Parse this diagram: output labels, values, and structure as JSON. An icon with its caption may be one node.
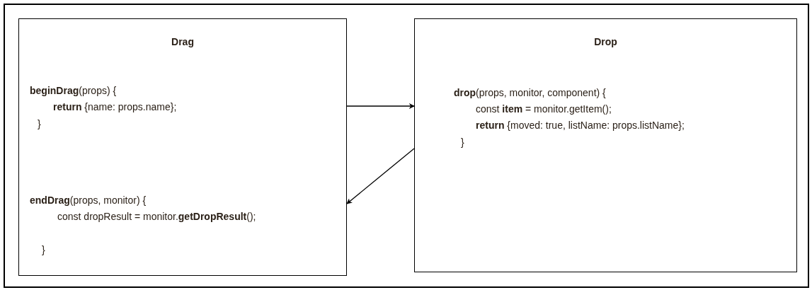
{
  "diagram": {
    "nodes": [
      {
        "text": [
          "Drag",
          "**beginDrag**(props) {",
          "**return** {name: props.name};",
          "}",
          "**endDrag**(props, monitor) {",
          "const dropResult = monitor.**getDropResult**();",
          "}"
        ]
      },
      {
        "text": [
          "Drop",
          "**drop**(props, monitor, component) {",
          "const **item** = monitor.getItem();",
          "**return** {moved: true, listName: props.listName};",
          "}"
        ]
      }
    ],
    "edges": [
      {
        "from": 0,
        "to": 1,
        "arrow": "to"
      },
      {
        "from": 1,
        "to": 0,
        "arrow": "to"
      }
    ]
  }
}
